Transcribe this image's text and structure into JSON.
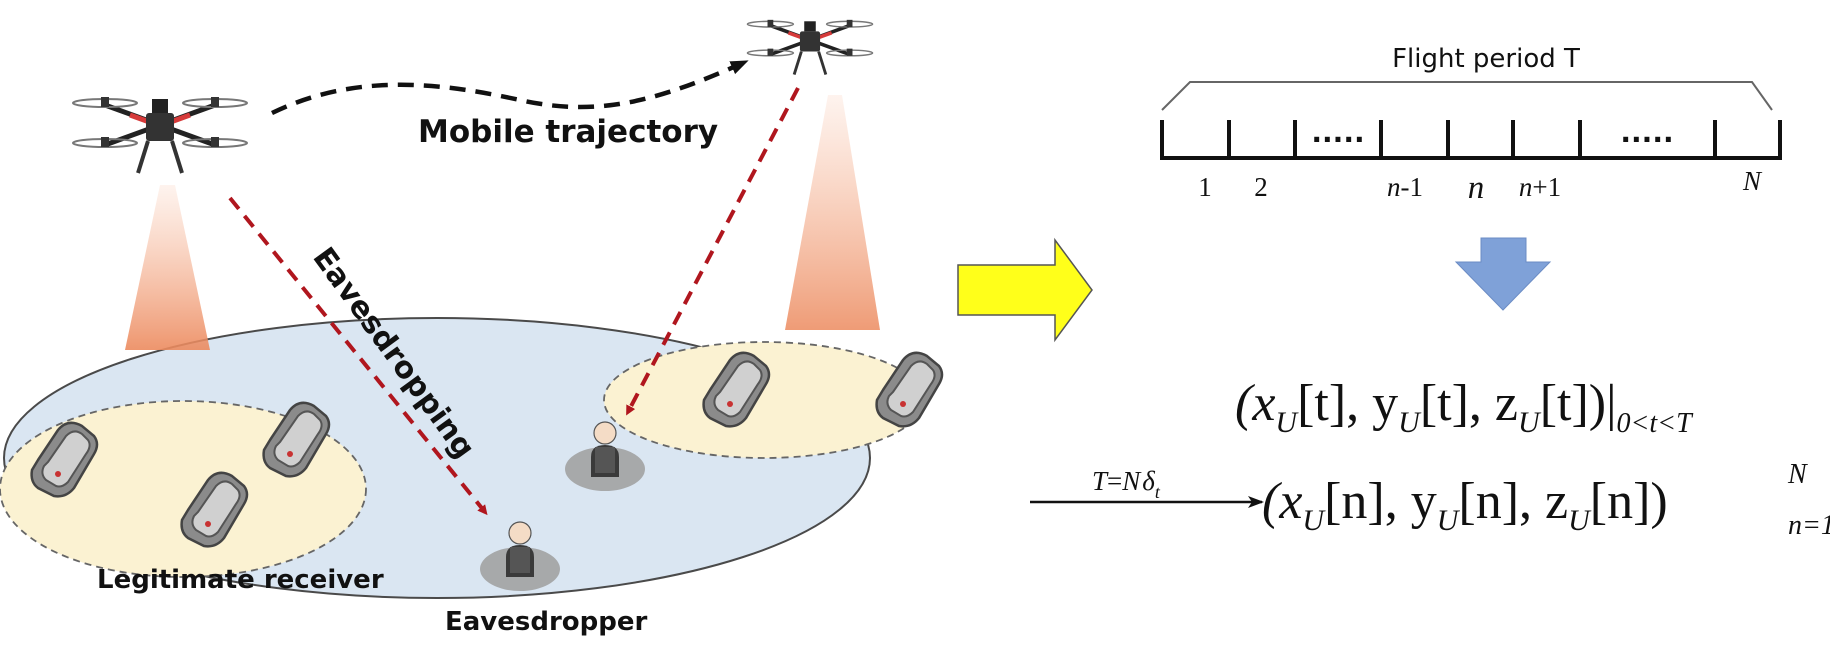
{
  "labels": {
    "mobile_trajectory": "Mobile trajectory",
    "eavesdropping": "Eavesdropping",
    "legitimate_receiver": "Legitimate receiver",
    "eavesdropper": "Eavesdropper",
    "flight_period": "Flight period T"
  },
  "timeline": {
    "dots_left": ".....",
    "dots_right": ".....",
    "ticks": [
      {
        "num": "1",
        "ital": "",
        "rest": ""
      },
      {
        "num": "2",
        "ital": "",
        "rest": ""
      },
      {
        "num": "",
        "ital": "n",
        "rest": "-1"
      },
      {
        "num": "",
        "ital": "n",
        "rest": ""
      },
      {
        "num": "",
        "ital": "n",
        "rest": "+1"
      },
      {
        "num": "",
        "ital": "N",
        "rest": ""
      }
    ]
  },
  "equations": {
    "continuous": {
      "main": "(x",
      "sub": "U",
      "rest": "[t], y",
      "sub2": "U",
      "rest2": "[t], z",
      "sub3": "U",
      "rest3": "[t])|",
      "range": "0<t<T"
    },
    "discrete": {
      "main": "(x",
      "sub": "U",
      "rest": "[n], y",
      "sub2": "U",
      "rest2": "[n], z",
      "sub3": "U",
      "rest3": "[n])",
      "sup": "N",
      "lower": "n=1"
    },
    "arrow_label": {
      "lhs": "T",
      "eq": "=",
      "n": "N",
      "delta": "δ",
      "sub": "t"
    }
  },
  "colors": {
    "ground_fill": "#dae6f2",
    "cluster_fill": "#fbf2d2",
    "beam": "#f2a07a",
    "red_dashed": "#b0161e",
    "black_dashed": "#111111",
    "yellow_arrow": "#ffff1a",
    "blue_arrow": "#7fa1d8"
  }
}
